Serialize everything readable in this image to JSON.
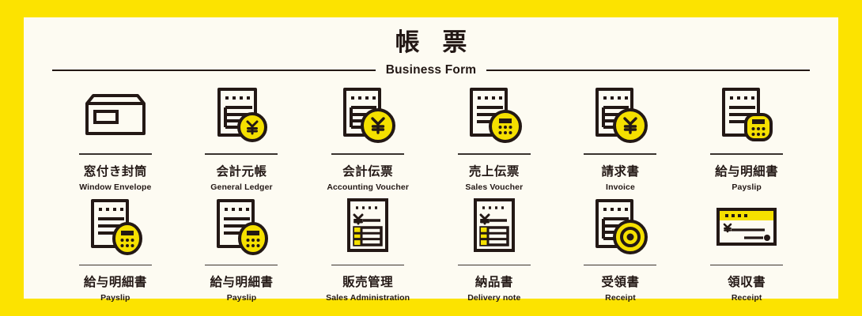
{
  "header": {
    "title_jp": "帳 票",
    "title_en": "Business Form"
  },
  "theme": {
    "border": "#FCE300",
    "panel": "#FDFBF2",
    "ink": "#231815",
    "accent": "#F5E000"
  },
  "items": [
    {
      "jp": "窓付き封筒",
      "en": "Window Envelope",
      "icon": "window-envelope-icon"
    },
    {
      "jp": "会計元帳",
      "en": "General Ledger",
      "icon": "document-yen-coin-small-icon"
    },
    {
      "jp": "会計伝票",
      "en": "Accounting Voucher",
      "icon": "document-yen-coin-large-icon"
    },
    {
      "jp": "売上伝票",
      "en": "Sales Voucher",
      "icon": "document-calculator-circle-icon"
    },
    {
      "jp": "請求書",
      "en": "Invoice",
      "icon": "document-yen-coin-large-icon"
    },
    {
      "jp": "給与明細書",
      "en": "Payslip",
      "icon": "document-calculator-rounded-icon"
    },
    {
      "jp": "給与明細書",
      "en": "Payslip",
      "icon": "document-calculator-oval-icon"
    },
    {
      "jp": "給与明細書",
      "en": "Payslip",
      "icon": "document-calculator-oval-icon"
    },
    {
      "jp": "販売管理",
      "en": "Sales Administration",
      "icon": "document-yen-table-icon"
    },
    {
      "jp": "納品書",
      "en": "Delivery note",
      "icon": "document-yen-table-icon"
    },
    {
      "jp": "受領書",
      "en": "Receipt",
      "icon": "document-stamp-circle-icon"
    },
    {
      "jp": "領収書",
      "en": "Receipt",
      "icon": "receipt-landscape-icon"
    }
  ]
}
